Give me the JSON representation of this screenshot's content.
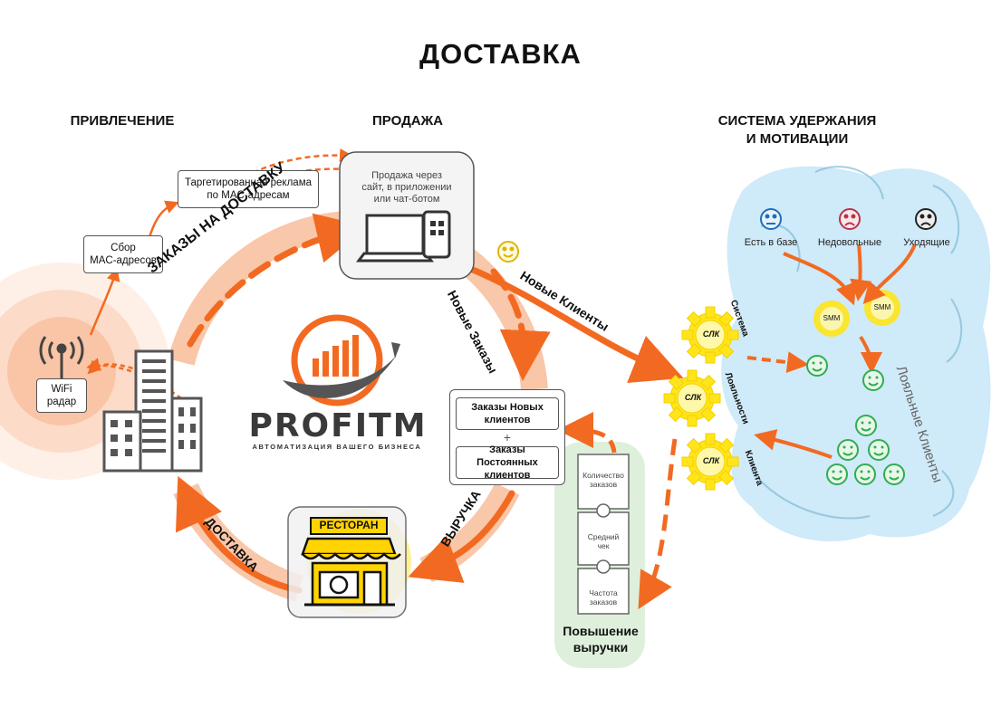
{
  "title": "ДОСТАВКА",
  "sections": {
    "attraction": "ПРИВЛЕЧЕНИЕ",
    "sales": "ПРОДАЖА",
    "retention_l1": "СИСТЕМА УДЕРЖАНИЯ",
    "retention_l2": "И МОТИВАЦИИ"
  },
  "wifi": {
    "l1": "WiFi",
    "l2": "радар"
  },
  "mac_collect": {
    "l1": "Сбор",
    "l2": "MAC-адресов"
  },
  "targeted_ads": {
    "l1": "Таргетированная реклама",
    "l2": "по MAC-адресам"
  },
  "sales_channels": {
    "l1": "Продажа через",
    "l2": "сайт, в приложении",
    "l3": "или чат-ботом"
  },
  "arrows": {
    "orders_delivery": "ЗАКАЗЫ НА ДОСТАВКУ",
    "new_orders": "Новые Заказы",
    "new_clients": "Новые Клиенты",
    "revenue": "ВЫРУЧКА",
    "delivery": "ДОСТАВКА"
  },
  "orders_box": {
    "new_l1": "Заказы Новых",
    "new_l2": "клиентов",
    "plus": "+",
    "regular_l1": "Заказы Постоянных",
    "regular_l2": "клиентов"
  },
  "logo": {
    "brand": "PROFITM",
    "tagline": "АВТОМАТИЗАЦИЯ ВАШЕГО БИЗНЕСА"
  },
  "restaurant": "РЕСТОРАН",
  "puzzle": {
    "p1_l1": "Количество",
    "p1_l2": "заказов",
    "p2_l1": "Средний",
    "p2_l2": "чек",
    "p3_l1": "Частота",
    "p3_l2": "заказов"
  },
  "revenue_increase": {
    "l1": "Повышение",
    "l2": "выручки"
  },
  "gears": {
    "g1": "СЛК",
    "g2": "СЛК",
    "g3": "СЛК"
  },
  "loyalty_words": {
    "w1": "Система",
    "w2": "Лояльности",
    "w3": "Клиента"
  },
  "segments": {
    "in_base": "Есть в базе",
    "unhappy": "Недовольные",
    "leaving": "Уходящие"
  },
  "smm": {
    "s1": "SMM",
    "s2": "SMM"
  },
  "loyal_clients": "Лояльные Клиенты",
  "colors": {
    "accent": "#f26a21",
    "accent_light": "#f7b48c",
    "gear": "#ffe51a",
    "cloud": "#bfe3f5",
    "green": "#2fae4e",
    "puzzle_bg": "#d6ecd2"
  }
}
